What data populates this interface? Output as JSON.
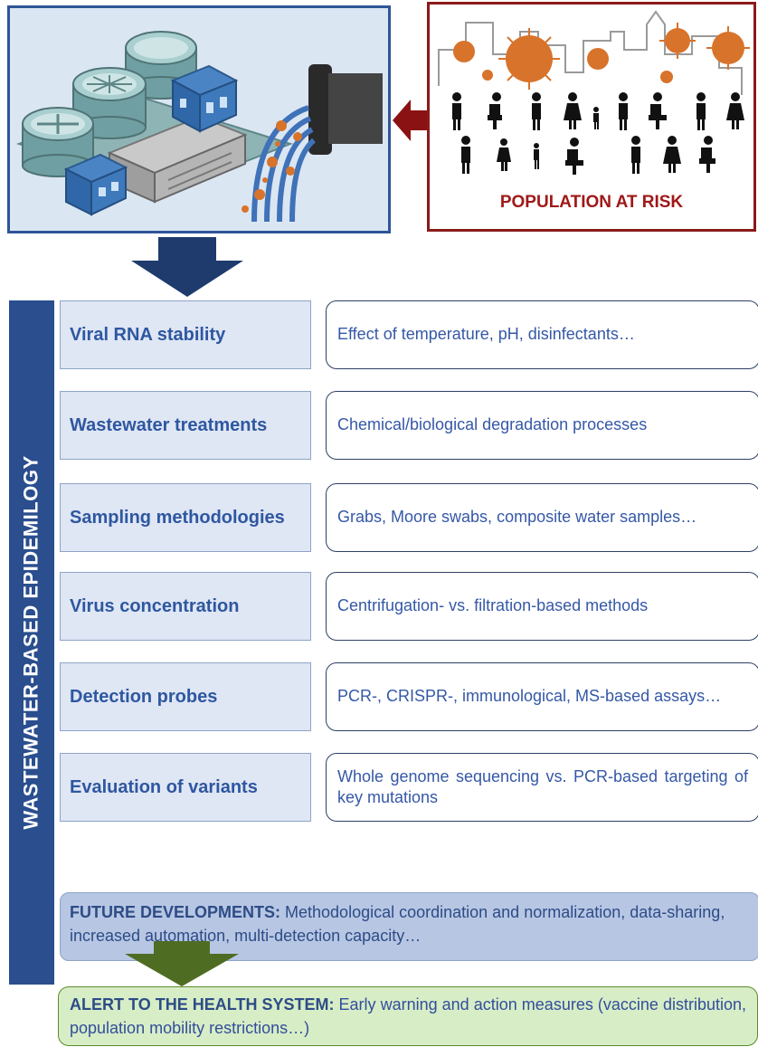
{
  "population": {
    "label": "POPULATION AT RISK"
  },
  "side_label": "WASTEWATER-BASED EPIDEMILOGY",
  "topics": [
    {
      "title": "Viral RNA stability",
      "detail_html": "Effect of temperature, pH, disinfectants…"
    },
    {
      "title": "Wastewater treatments",
      "detail_html": "Chemical/biological degradation processes"
    },
    {
      "title": "Sampling methodologies",
      "detail_html": "Grabs, Moore swabs, composite water samples…"
    },
    {
      "title": "Virus concentration",
      "detail_html": "Centrifugation- vs. filtration-based methods"
    },
    {
      "title": "Detection probes",
      "detail_html": "PCR-, CRISPR-, immunological, MS-based assays…"
    },
    {
      "title": "Evaluation of variants",
      "detail_html": "Whole genome sequencing vs. PCR-based targeting of key mutations"
    }
  ],
  "future": {
    "heading": "FUTURE DEVELOPMENTS:",
    "text": " Methodological coordination and normalization, data-sharing, increased automation, multi-detection capacity…"
  },
  "alert": {
    "heading": "ALERT TO THE HEALTH SYSTEM:",
    "text": " Early warning and action measures (vaccine distribution, population mobility restrictions…)"
  },
  "colors": {
    "navy": "#2a4e8e",
    "topic_text": "#2e57a0",
    "risk_red": "#a01818",
    "virus_orange": "#d8732b",
    "arrow_green": "#4f6d22"
  }
}
